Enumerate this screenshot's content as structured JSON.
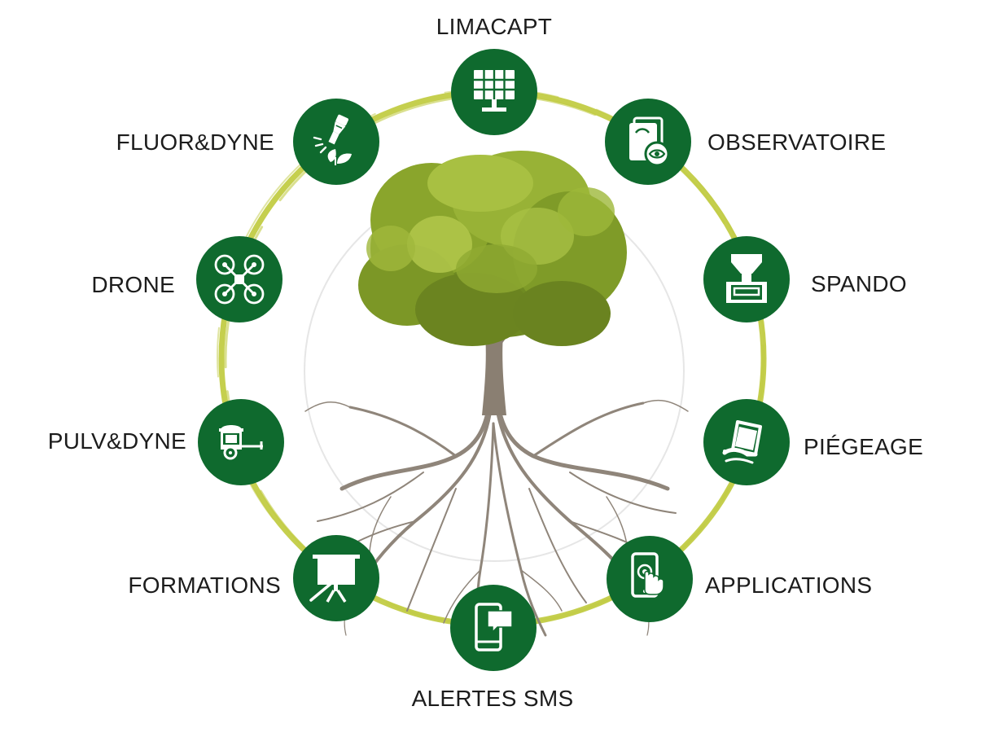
{
  "diagram": {
    "ring_color": "#c2cc45",
    "badge_color": "#0f6a2e",
    "icon_color": "#ffffff",
    "center_image": "tree-with-roots",
    "nodes": [
      {
        "id": "limacapt",
        "label": "LIMACAPT",
        "icon": "solar-panel-icon"
      },
      {
        "id": "observatoire",
        "label": "OBSERVATOIRE",
        "icon": "observation-sheet-eye-icon"
      },
      {
        "id": "spando",
        "label": "SPANDO",
        "icon": "spreader-hopper-icon"
      },
      {
        "id": "piegeage",
        "label": "PIÉGEAGE",
        "icon": "slug-trap-icon"
      },
      {
        "id": "applications",
        "label": "APPLICATIONS",
        "icon": "smartphone-touch-icon"
      },
      {
        "id": "alertes-sms",
        "label": "ALERTES SMS",
        "icon": "phone-message-icon"
      },
      {
        "id": "formations",
        "label": "FORMATIONS",
        "icon": "presentation-board-icon"
      },
      {
        "id": "pulv-dyne",
        "label": "PULV&DYNE",
        "icon": "sprayer-trailer-icon"
      },
      {
        "id": "drone",
        "label": "DRONE",
        "icon": "drone-icon"
      },
      {
        "id": "fluor-dyne",
        "label": "FLUOR&DYNE",
        "icon": "uv-flashlight-leaf-icon"
      }
    ]
  }
}
